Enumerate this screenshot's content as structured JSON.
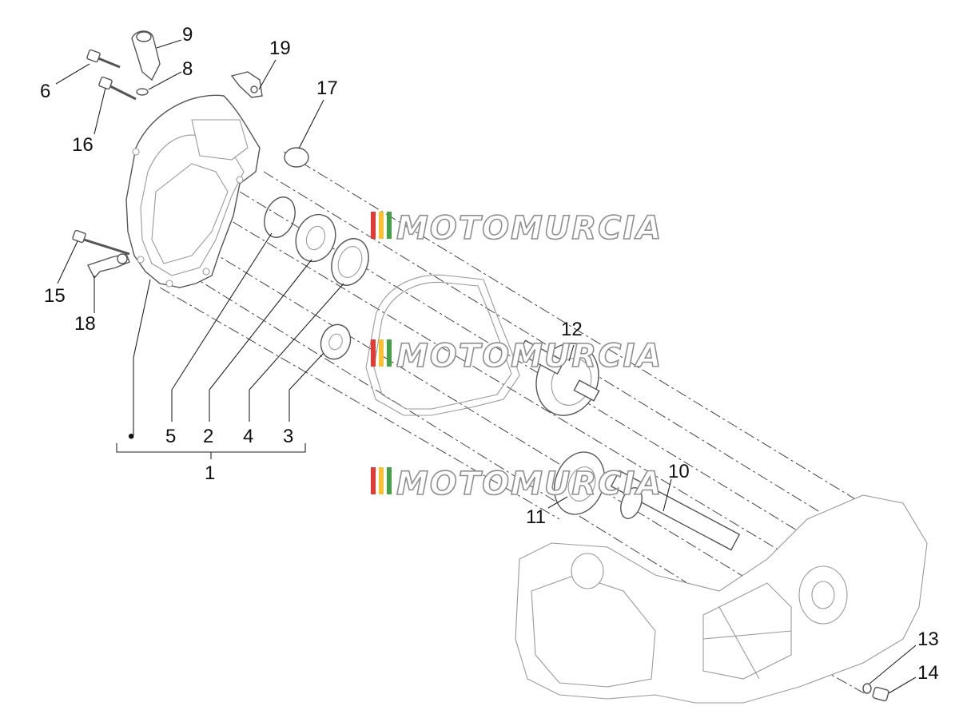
{
  "diagram": {
    "callouts": [
      "1",
      "2",
      "3",
      "4",
      "5",
      "6",
      "8",
      "9",
      "10",
      "11",
      "12",
      "13",
      "14",
      "15",
      "16",
      "17",
      "18",
      "19"
    ],
    "group_bullet": "•"
  },
  "watermark": {
    "text": "MOTOMURCIA",
    "stripe_colors": [
      "#e53935",
      "#fbc02d",
      "#43a047"
    ]
  }
}
